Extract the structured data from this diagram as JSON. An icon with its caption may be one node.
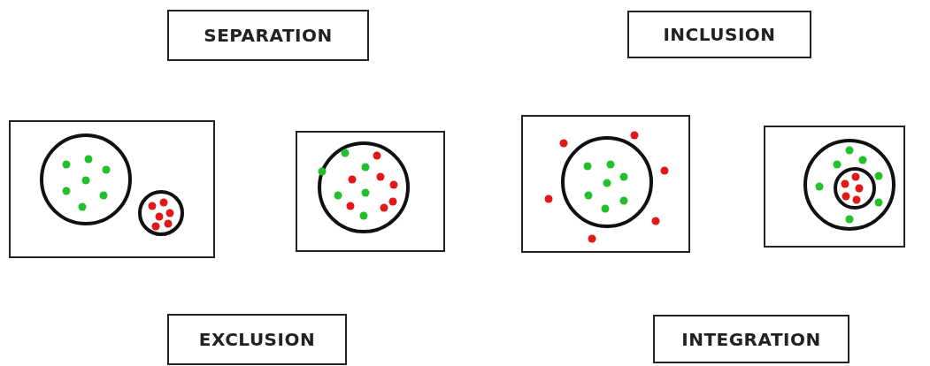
{
  "diagram": {
    "nodes": [
      {
        "text": [
          "SEPARATION"
        ]
      },
      {
        "text": [
          "INCLUSION"
        ]
      },
      {
        "text": [],
        "shape": "picture"
      },
      {
        "text": [],
        "shape": "picture"
      },
      {
        "text": [],
        "shape": "picture"
      },
      {
        "text": [],
        "shape": "picture"
      },
      {
        "text": [
          "EXCLUSION"
        ]
      },
      {
        "text": [
          "INTEGRATION"
        ]
      }
    ]
  }
}
